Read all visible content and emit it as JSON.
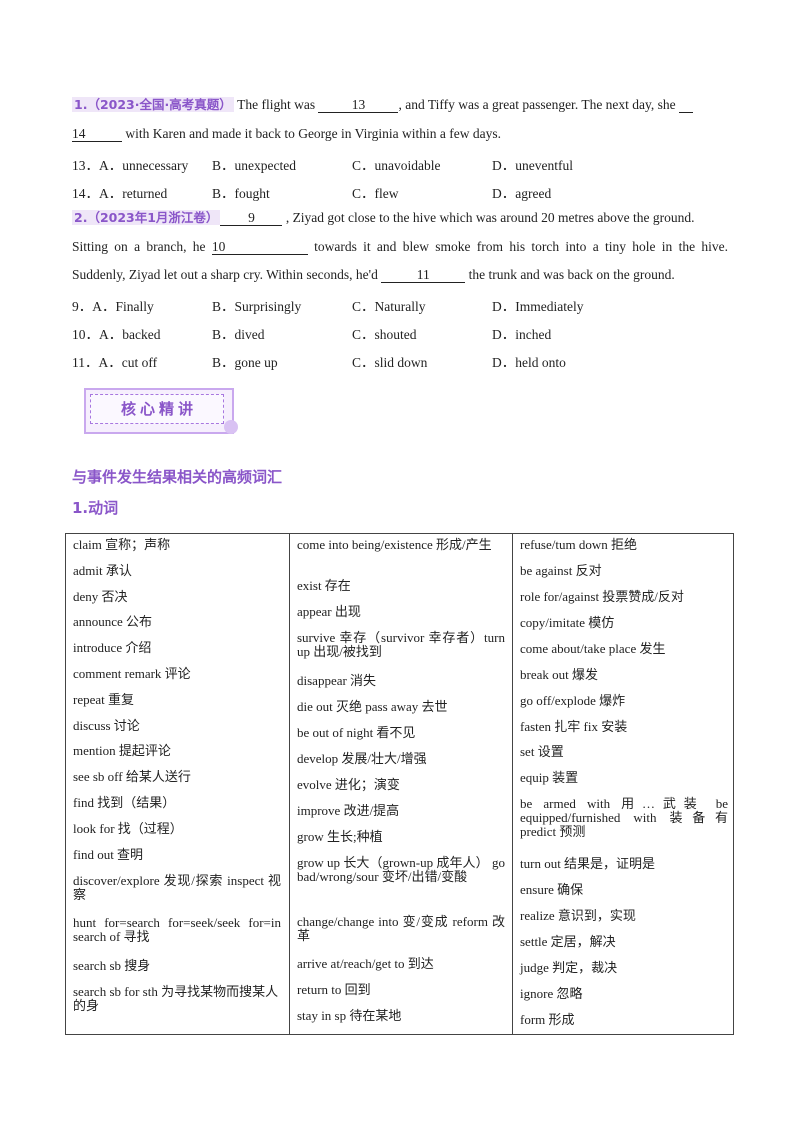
{
  "q1": {
    "tag": "1.（2023·全国·高考真题）",
    "text_a": "The flight was",
    "blank_a": "13",
    "text_b": ", and Tiffy was a great passenger. The next day, she",
    "blank_b": "14",
    "text_c": "with Karen and made it back to George in Virginia within a few days.",
    "options": [
      {
        "num": "13．",
        "a": "A．unnecessary",
        "b": "B．unexpected",
        "c": "C．unavoidable",
        "d": "D．uneventful"
      },
      {
        "num": "14．",
        "a": "A．returned",
        "b": "B．fought",
        "c": "C．flew",
        "d": "D．agreed"
      }
    ]
  },
  "q2": {
    "tag": "2.（2023年1月浙江卷）",
    "blank_a": "9",
    "text_a": ", Ziyad got close to the hive which was around 20 metres above the ground.",
    "text_b": "Sitting on a branch, he",
    "blank_b": "10",
    "text_c": "towards it and blew smoke from his torch into a tiny hole in the hive.",
    "text_d": "Suddenly, Ziyad let out a sharp cry. Within seconds, he'd",
    "blank_c": "11",
    "text_e": "the trunk and was back on the ground.",
    "options": [
      {
        "num": "9．",
        "a": "A．Finally",
        "b": "B．Surprisingly",
        "c": "C．Naturally",
        "d": "D．Immediately"
      },
      {
        "num": "10．",
        "a": "A．backed",
        "b": "B．dived",
        "c": "C．shouted",
        "d": "D．inched"
      },
      {
        "num": "11．",
        "a": "A．cut off",
        "b": "B．gone up",
        "c": "C．slid down",
        "d": "D．held onto"
      }
    ]
  },
  "badge": "核心精讲",
  "section_title": "与事件发生结果相关的高频词汇",
  "subsection_title": "1.动词",
  "table": {
    "col1": [
      "claim 宣称；声称",
      "admit 承认",
      "deny 否决",
      "announce 公布",
      "introduce 介绍",
      "comment remark 评论",
      "repeat 重复",
      "discuss 讨论",
      "mention 提起评论",
      "see sb off 给某人送行",
      "find 找到（结果）",
      "look for 找（过程）",
      "find out 查明",
      "discover/explore 发现/探索 inspect 视察",
      "hunt for=search for=seek/seek for=in search of 寻找",
      "search sb 搜身",
      "search sb for sth 为寻找某物而搜某人的身"
    ],
    "col2": [
      "come into being/existence 形成/产生",
      "exist 存在",
      "appear 出现",
      "survive 幸存（survivor 幸存者）turn up 出现/被找到",
      "disappear 消失",
      "die out 灭绝 pass away 去世",
      "be out of night 看不见",
      "develop 发展/壮大/增强",
      "evolve 进化；演变",
      "improve 改进/提高",
      "grow 生长;种植",
      "grow up 长大（grown-up 成年人） go bad/wrong/sour 变坏/出错/变酸",
      "change/change into 变/变成 reform 改革",
      "arrive at/reach/get to 到达",
      "return to 回到",
      "stay in sp 待在某地"
    ],
    "col3": [
      "refuse/tum down 拒绝",
      "be against 反对",
      "role for/against 投票赞成/反对",
      "copy/imitate 模仿",
      "come about/take place 发生",
      "break out 爆发",
      "go off/explode 爆炸",
      "fasten 扎牢 fix 安装",
      "set 设置",
      "equip 装置",
      "be armed with 用…武装 be equipped/furnished with 装备有 predict 预测",
      "turn out 结果是，证明是",
      "ensure 确保",
      "realize 意识到，实现",
      "settle 定居，解决",
      "judge 判定，裁决",
      "ignore 忽略",
      "form 形成"
    ]
  }
}
